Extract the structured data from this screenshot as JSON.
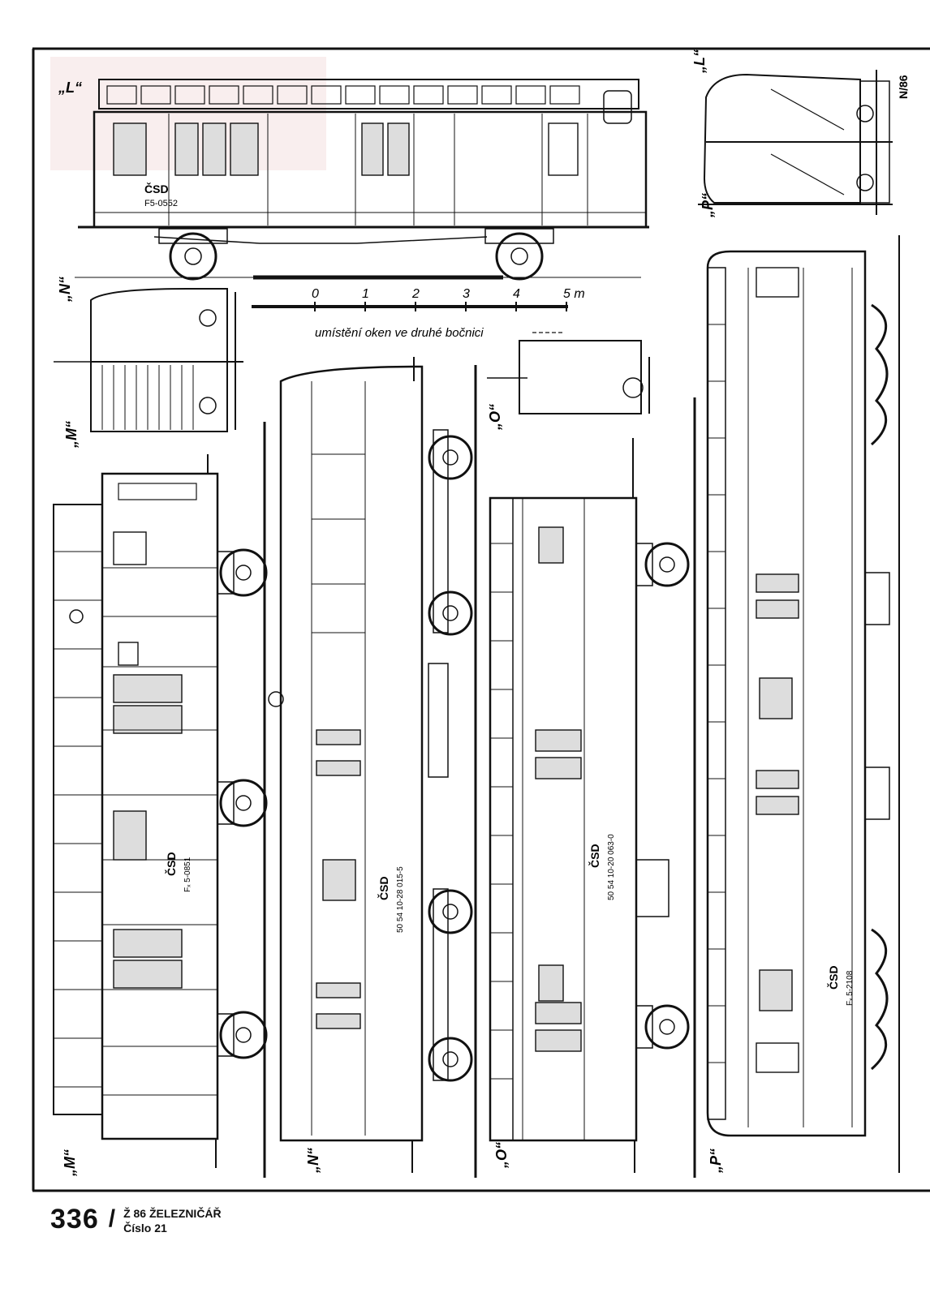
{
  "labels": {
    "L_left": "„L“",
    "L_right": "„L“",
    "N_top": "„N“",
    "M_top": "„M“",
    "O_top": "„O“",
    "P_top": "„P“",
    "M_bottom": "„M“",
    "N_bottom": "„N“",
    "O_bottom": "„O“",
    "P_bottom": "„P“"
  },
  "corner_note": "N/86",
  "scale": {
    "ticks": [
      "0",
      "1",
      "2",
      "3",
      "4",
      "5 m"
    ],
    "window_note": "umístění oken ve druhé bočnici"
  },
  "wagon_markings": {
    "L": {
      "owner": "ČSD",
      "number": "F5-0552"
    },
    "M": {
      "owner": "ČSD",
      "number": "Fₓ 5-0851"
    },
    "N": {
      "owner": "ČSD",
      "number": "50 54 10-28 015-5"
    },
    "O": {
      "owner": "ČSD",
      "number": "50 54 10-20 063-0"
    },
    "P": {
      "owner": "ČSD",
      "number": "Fₓ 5-2108"
    }
  },
  "footer": {
    "page_number": "336",
    "separator": "/",
    "line1": "Ž 86  ŽELEZNIČÁŘ",
    "line2": "Číslo  21"
  }
}
